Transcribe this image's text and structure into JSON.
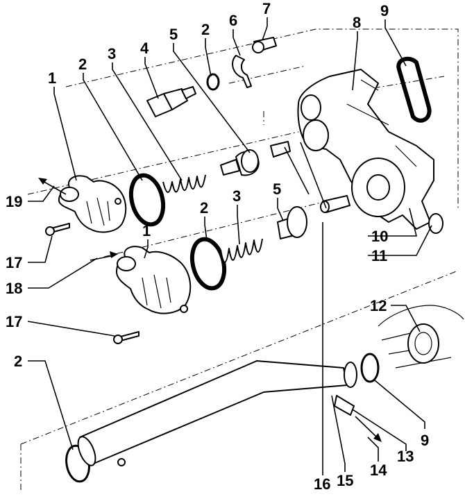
{
  "callouts": {
    "c1a": "1",
    "c2a": "2",
    "c3a": "3",
    "c4": "4",
    "c5a": "5",
    "c2b": "2",
    "c6": "6",
    "c7": "7",
    "c8": "8",
    "c9a": "9",
    "c19": "19",
    "c10": "10",
    "c11": "11",
    "c5b": "5",
    "c3b": "3",
    "c2c": "2",
    "c1b": "1",
    "c17a": "17",
    "c18": "18",
    "c17b": "17",
    "c12": "12",
    "c2d": "2",
    "c9b": "9",
    "c13": "13",
    "c14": "14",
    "c15": "15",
    "c16": "16"
  },
  "colors": {
    "ink": "#000000",
    "background": "#ffffff",
    "shading": "#cfcfcf"
  }
}
